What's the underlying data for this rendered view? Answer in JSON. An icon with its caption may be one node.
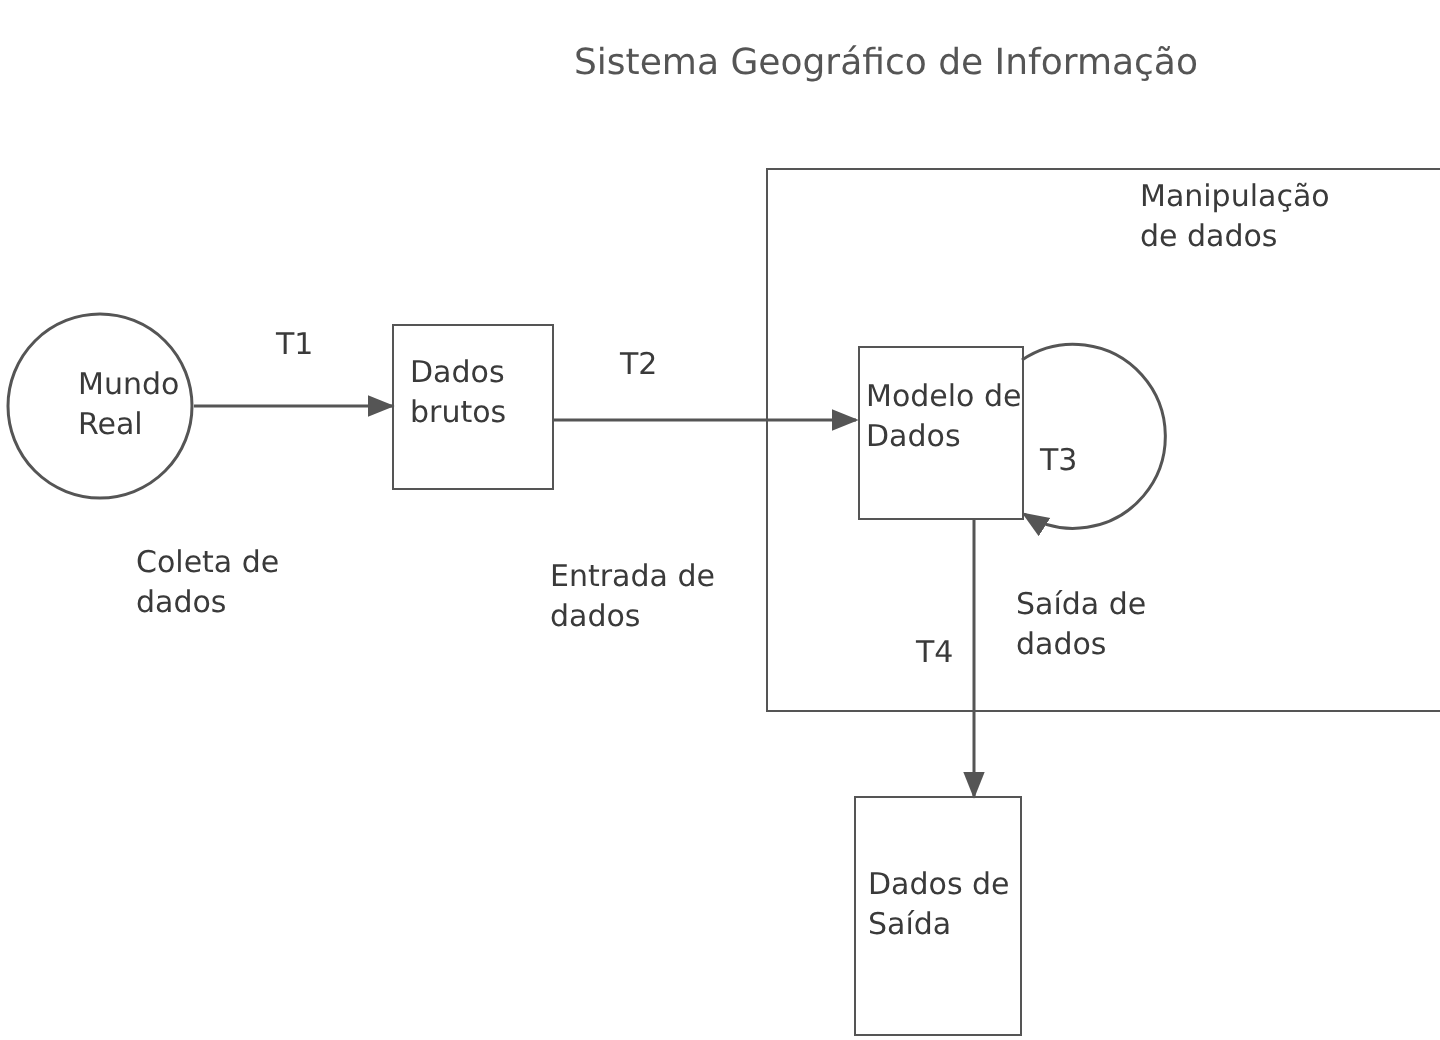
{
  "diagram": {
    "title": "Sistema Geográfico de Informação",
    "nodes": [
      {
        "text": [
          "Mundo Real"
        ]
      },
      {
        "text": [
          "Dados brutos"
        ]
      },
      {
        "text": [],
        "shape": "box"
      },
      {
        "text": [
          "Modelo de Dados"
        ],
        "in": 2
      },
      {
        "text": [
          "Dados de Saída"
        ]
      }
    ],
    "edges": [
      {
        "from": 0,
        "to": 1,
        "arrow": "to",
        "label": "T1"
      },
      {
        "from": 1,
        "to": 3,
        "arrow": "to",
        "label": "T2"
      },
      {
        "from": 3,
        "to": 3,
        "arrow": "to",
        "label": "T3"
      },
      {
        "from": 3,
        "to": 4,
        "arrow": "to",
        "label": "T4"
      }
    ],
    "labels": [
      "Manipulação de dados",
      "Coleta de dados",
      "Entrada de dados",
      "Saída de dados"
    ]
  }
}
